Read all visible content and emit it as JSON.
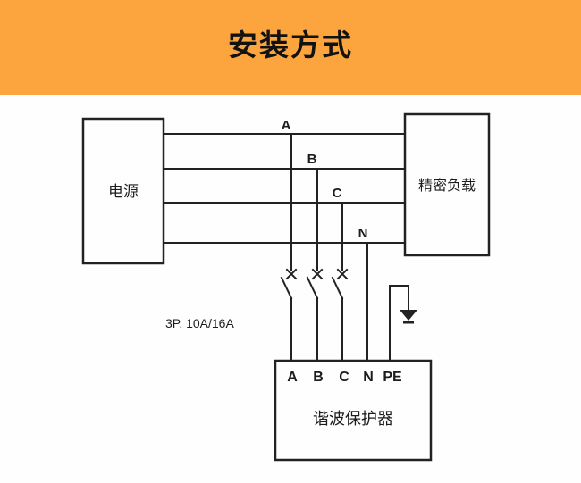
{
  "banner": {
    "title": "安装方式",
    "bg_color": "#FCA53F",
    "text_color": "#121212"
  },
  "diagram": {
    "line_color": "#222222",
    "source_box": {
      "label": "电源"
    },
    "load_box": {
      "label": "精密负载"
    },
    "protector_box": {
      "label": "谐波保护器",
      "terminal_labels": [
        "A",
        "B",
        "C",
        "N",
        "PE"
      ]
    },
    "bus_labels": [
      "A",
      "B",
      "C",
      "N"
    ],
    "breaker_spec": "3P, 10A/16A",
    "icons": [
      "breaker-switch-icon",
      "breaker-switch-icon",
      "breaker-switch-icon",
      "earth-ground-icon"
    ]
  }
}
